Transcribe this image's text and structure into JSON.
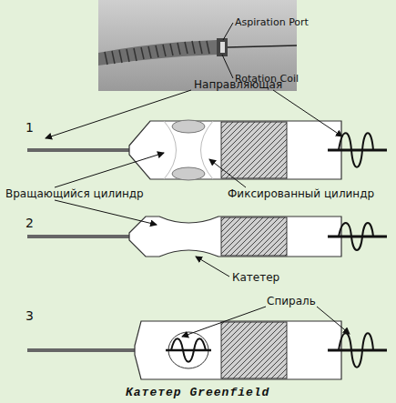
{
  "diagram": {
    "caption": "Катетер Greenfield",
    "labels": [
      "Aspiration Port",
      "Rotation Coil",
      "1",
      "Направляющая",
      "Вращающийся цилиндр",
      "Фиксированный цилиндр",
      "2",
      "Катетер",
      "3",
      "Спираль"
    ]
  }
}
